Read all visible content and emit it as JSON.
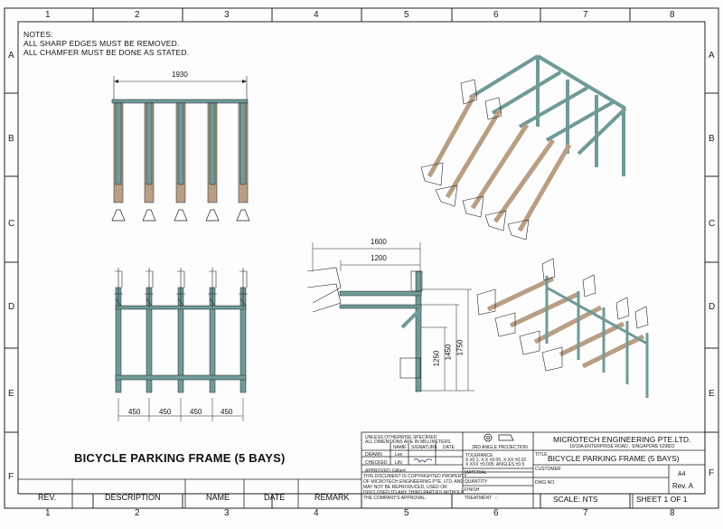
{
  "zones": {
    "columns": [
      "1",
      "2",
      "3",
      "4",
      "5",
      "6",
      "7",
      "8"
    ],
    "rows": [
      "A",
      "B",
      "C",
      "D",
      "E",
      "F"
    ]
  },
  "notes": {
    "heading": "NOTES:",
    "line1": "ALL SHARP EDGES MUST BE REMOVED.",
    "line2": "ALL CHAMFER MUST BE DONE AS STATED."
  },
  "dimensions": {
    "overall_width": "1930",
    "bay_spacings": [
      "450",
      "450",
      "450",
      "450"
    ],
    "arm_length": "1600",
    "arm_inner": "1200",
    "height_low": "1250",
    "height_mid": "1450",
    "height_high": "1750"
  },
  "drawing_title": "BICYCLE PARKING FRAME (5 BAYS)",
  "revision_table": {
    "headers": [
      "REV.",
      "DESCRIPTION",
      "NAME",
      "DATE",
      "REMARK"
    ]
  },
  "title_block": {
    "spec_line1": "UNLESS OTHERWISE SPECIFIED",
    "spec_line2": "ALL DIMENSIONS ARE IN MILLIMETERS",
    "col_name": "NAME",
    "col_signature": "SIGNATURE",
    "col_date": "DATE",
    "drawn_label": "DRAWN",
    "drawn_name": "Lee",
    "checked_label": "CHECKED",
    "checked_name": "LIN",
    "approved_label": "APPROVED",
    "approved_name": "Gilbert",
    "projection": "3RD ANGLE PROJECTION",
    "tolerance_label": "TOLERANCE",
    "tolerance_line1": "X.±0.1, X.X ±0.05, X.XX ±0.02",
    "tolerance_line2": "X.XXX ±0.005, ANGLES ±0.5",
    "material_label": "MATERIAL",
    "quantity_label": "QUANTITY",
    "finish_label": "FINISH",
    "treatment_label": "TREATMENT",
    "treatment_value": "-",
    "copyright_line1": "THIS DOCUMENT IS COPYRIGHTED PROPERTY",
    "copyright_line2": "OF MICROTECH ENGINEERING PTE. LTD. AND",
    "copyright_line3": "MAY NOT BE REPRODUCED, USED OR",
    "copyright_line4": "DISCLOSED TO ANY THIRD PARTIES WITHOUT",
    "copyright_line5": "THE COMPANY'S APPROVAL.",
    "company": "MICROTECH ENGINEERING PTE.LTD.",
    "address": "10/10A ENTERPRISE ROAD , SINGAPORE 629822",
    "title_label": "TITLE",
    "title": "BICYCLE PARKING FRAME (5 BAYS)",
    "customer_label": "CUSTOMER",
    "dwg_label": "DWG NO.",
    "size": "A4",
    "rev": "Rev. A",
    "scale": "SCALE: NTS",
    "sheet": "SHEET 1 OF 1"
  },
  "colors": {
    "frame": "#6f9a98",
    "arm": "#b89e84",
    "line": "#222222"
  }
}
